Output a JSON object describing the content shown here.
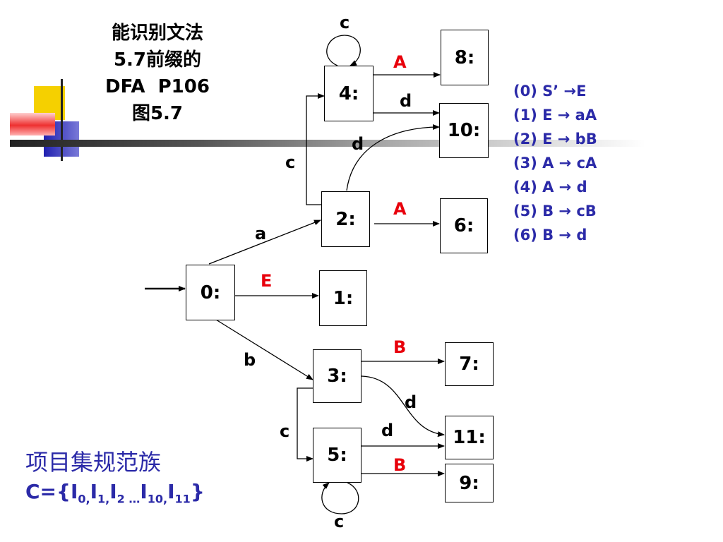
{
  "title": {
    "line1": "能识别文法",
    "line2": "5.7前缀的",
    "line3": "DFA  P106",
    "line4": "图5.7"
  },
  "states": [
    "0:",
    "1:",
    "2:",
    "3:",
    "4:",
    "5:",
    "6:",
    "7:",
    "8:",
    "9:",
    "10:",
    "11:"
  ],
  "edge_labels": {
    "a": "a",
    "b": "b",
    "E": "E",
    "c_2_4": "c",
    "c_loop_4": "c",
    "A_4_8": "A",
    "d_4_10": "d",
    "d_2_10": "d",
    "A_2_6": "A",
    "B_3_7": "B",
    "d_3_11": "d",
    "c_3_5": "c",
    "d_5_11": "d",
    "B_5_9": "B",
    "c_loop_5": "c"
  },
  "grammar": [
    "(0) S’ →E",
    "(1) E → aA",
    "(2) E → bB",
    "(3) A → cA",
    "(4) A → d",
    "(5) B → cB",
    "(6) B → d"
  ],
  "collection": {
    "heading": "项目集规范族",
    "prefix": "C={I",
    "s0": "0,",
    "i1": "I",
    "s1": "1,",
    "i2": "I",
    "s2": "2 …",
    "i10": "I",
    "s10": "10,",
    "i11": "I",
    "s11": "11",
    "suffix": "}"
  },
  "colors": {
    "grammar_text": "#2b2aa8",
    "red_label": "#e8000b",
    "deco_yellow": "#f5d000",
    "deco_red": "#e84040",
    "deco_blue": "#3030c0"
  }
}
